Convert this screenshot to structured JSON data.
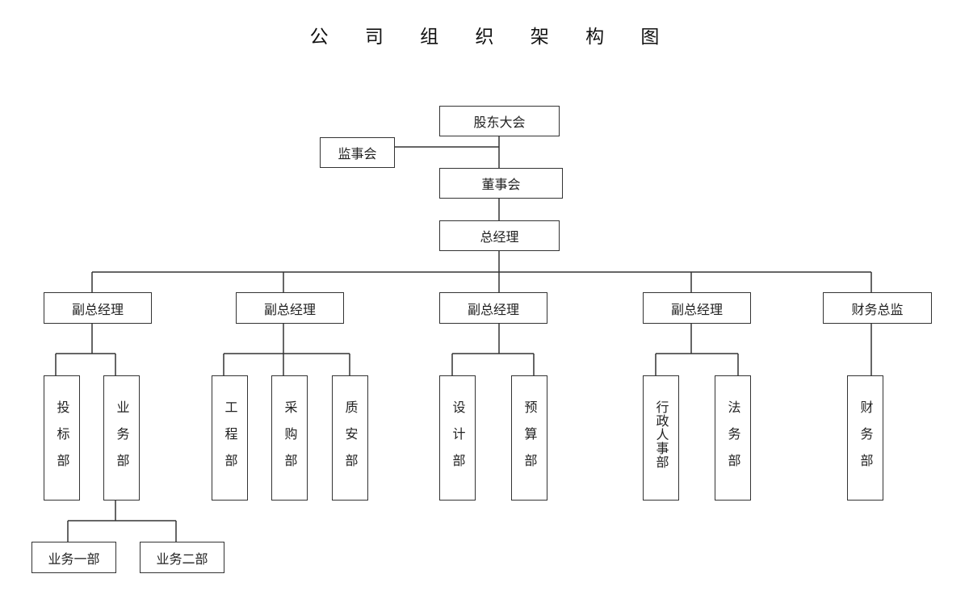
{
  "title": "公 司 组 织 架 构 图",
  "nodes": {
    "shareholders": "股东大会",
    "supervisors": "监事会",
    "board": "董事会",
    "gm": "总经理",
    "vgm1": "副总经理",
    "vgm2": "副总经理",
    "vgm3": "副总经理",
    "vgm4": "副总经理",
    "cfo": "财务总监",
    "bidding": "投标部",
    "business": "业务部",
    "engineering": "工程部",
    "purchasing": "采购部",
    "quality": "质安部",
    "design": "设计部",
    "budget": "预算部",
    "hr_admin": "行政人事部",
    "legal": "法务部",
    "finance": "财务部",
    "business1": "业务一部",
    "business2": "业务二部"
  }
}
